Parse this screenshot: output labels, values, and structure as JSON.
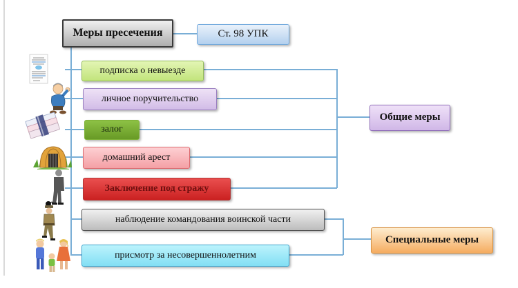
{
  "diagram": {
    "root_label": "Меры пресечения",
    "article_label": "Ст. 98 УПК",
    "measures": [
      {
        "label": "подписка о невыезде",
        "icon": "document-icon",
        "group": "Общие меры"
      },
      {
        "label": "личное поручительство",
        "icon": "guarantor-person-icon",
        "group": "Общие меры"
      },
      {
        "label": "залог",
        "icon": "money-icon",
        "group": "Общие меры"
      },
      {
        "label": "домашний арест",
        "icon": "house-icon",
        "group": "Общие меры"
      },
      {
        "label": "Заключение под стражу",
        "icon": "prisoner-icon",
        "group": "Общие меры"
      },
      {
        "label": "наблюдение командования воинской части",
        "icon": "soldier-icon",
        "group": "Специальные меры"
      },
      {
        "label": "присмотр за несовершеннолетним",
        "icon": "family-icon",
        "group": "Специальные меры"
      }
    ],
    "groups": [
      {
        "label": "Общие меры"
      },
      {
        "label": "Специальные меры"
      }
    ],
    "colors": {
      "connector_line": "#79aed6",
      "root_fill": "#c9c9c9",
      "article_fill": "#bdd7ee",
      "measure_fills": [
        "#cdea8c",
        "#ddc9ec",
        "#76a92e",
        "#f8b4b8",
        "#d92f2f",
        "#d0d0d0",
        "#9de6f7"
      ],
      "general_fill": "#ddc6ec",
      "special_fill": "#f9c489"
    }
  }
}
